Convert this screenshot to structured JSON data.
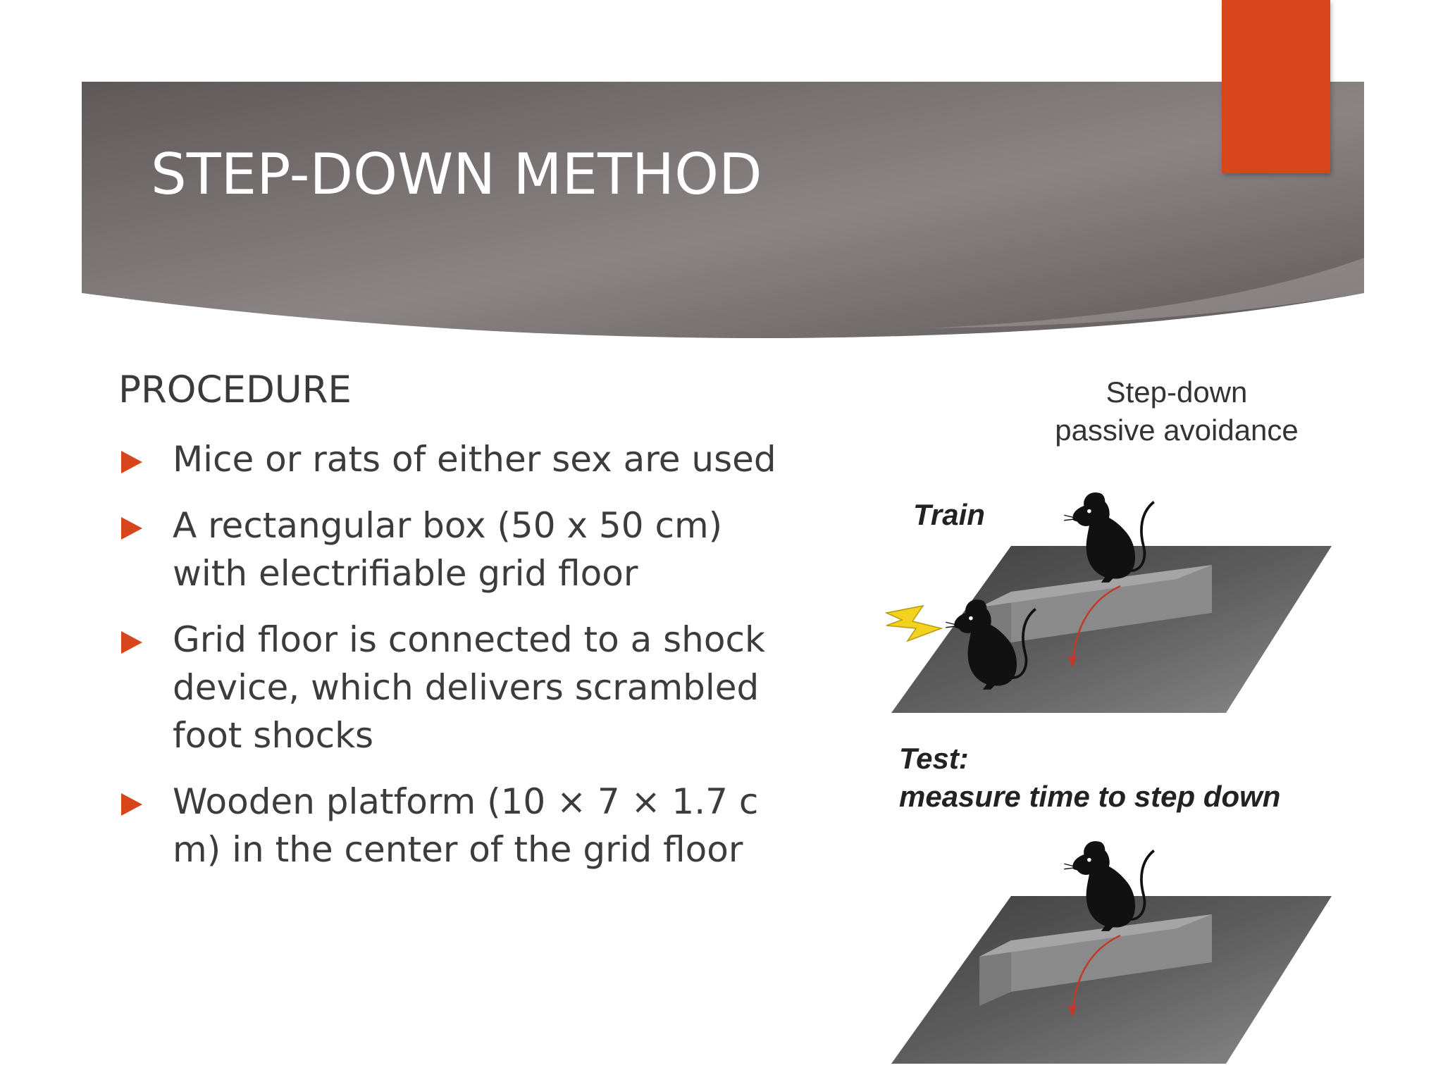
{
  "slide": {
    "title": "STEP-DOWN METHOD",
    "section_heading": "PROCEDURE",
    "bullets": [
      "Mice or rats of either sex are used",
      "A rectangular box (50 x 50 cm) with electrifiable grid floor",
      "Grid floor is connected to a shock device, which delivers scrambled foot shocks",
      "Wooden platform (10 × 7 × 1.7 c m) in the center of the grid floor"
    ]
  },
  "figure": {
    "title_line1": "Step-down",
    "title_line2": "passive avoidance",
    "train_label": "Train",
    "test_label": "Test:",
    "test_caption": "measure time to step down"
  },
  "colors": {
    "banner_light": "#8b8484",
    "banner_dark": "#5f5859",
    "accent": "#d6451c",
    "bullet_arrow": "#d6451c",
    "text": "#3c3c3c",
    "grid_floor": "#6e6e6e",
    "platform": "#9a9a9a",
    "shock_bolt": "#f2d21f"
  },
  "icons": {
    "bullet": "triangle-right-icon",
    "shock": "lightning-bolt-icon",
    "animal": "mouse-silhouette-icon"
  }
}
